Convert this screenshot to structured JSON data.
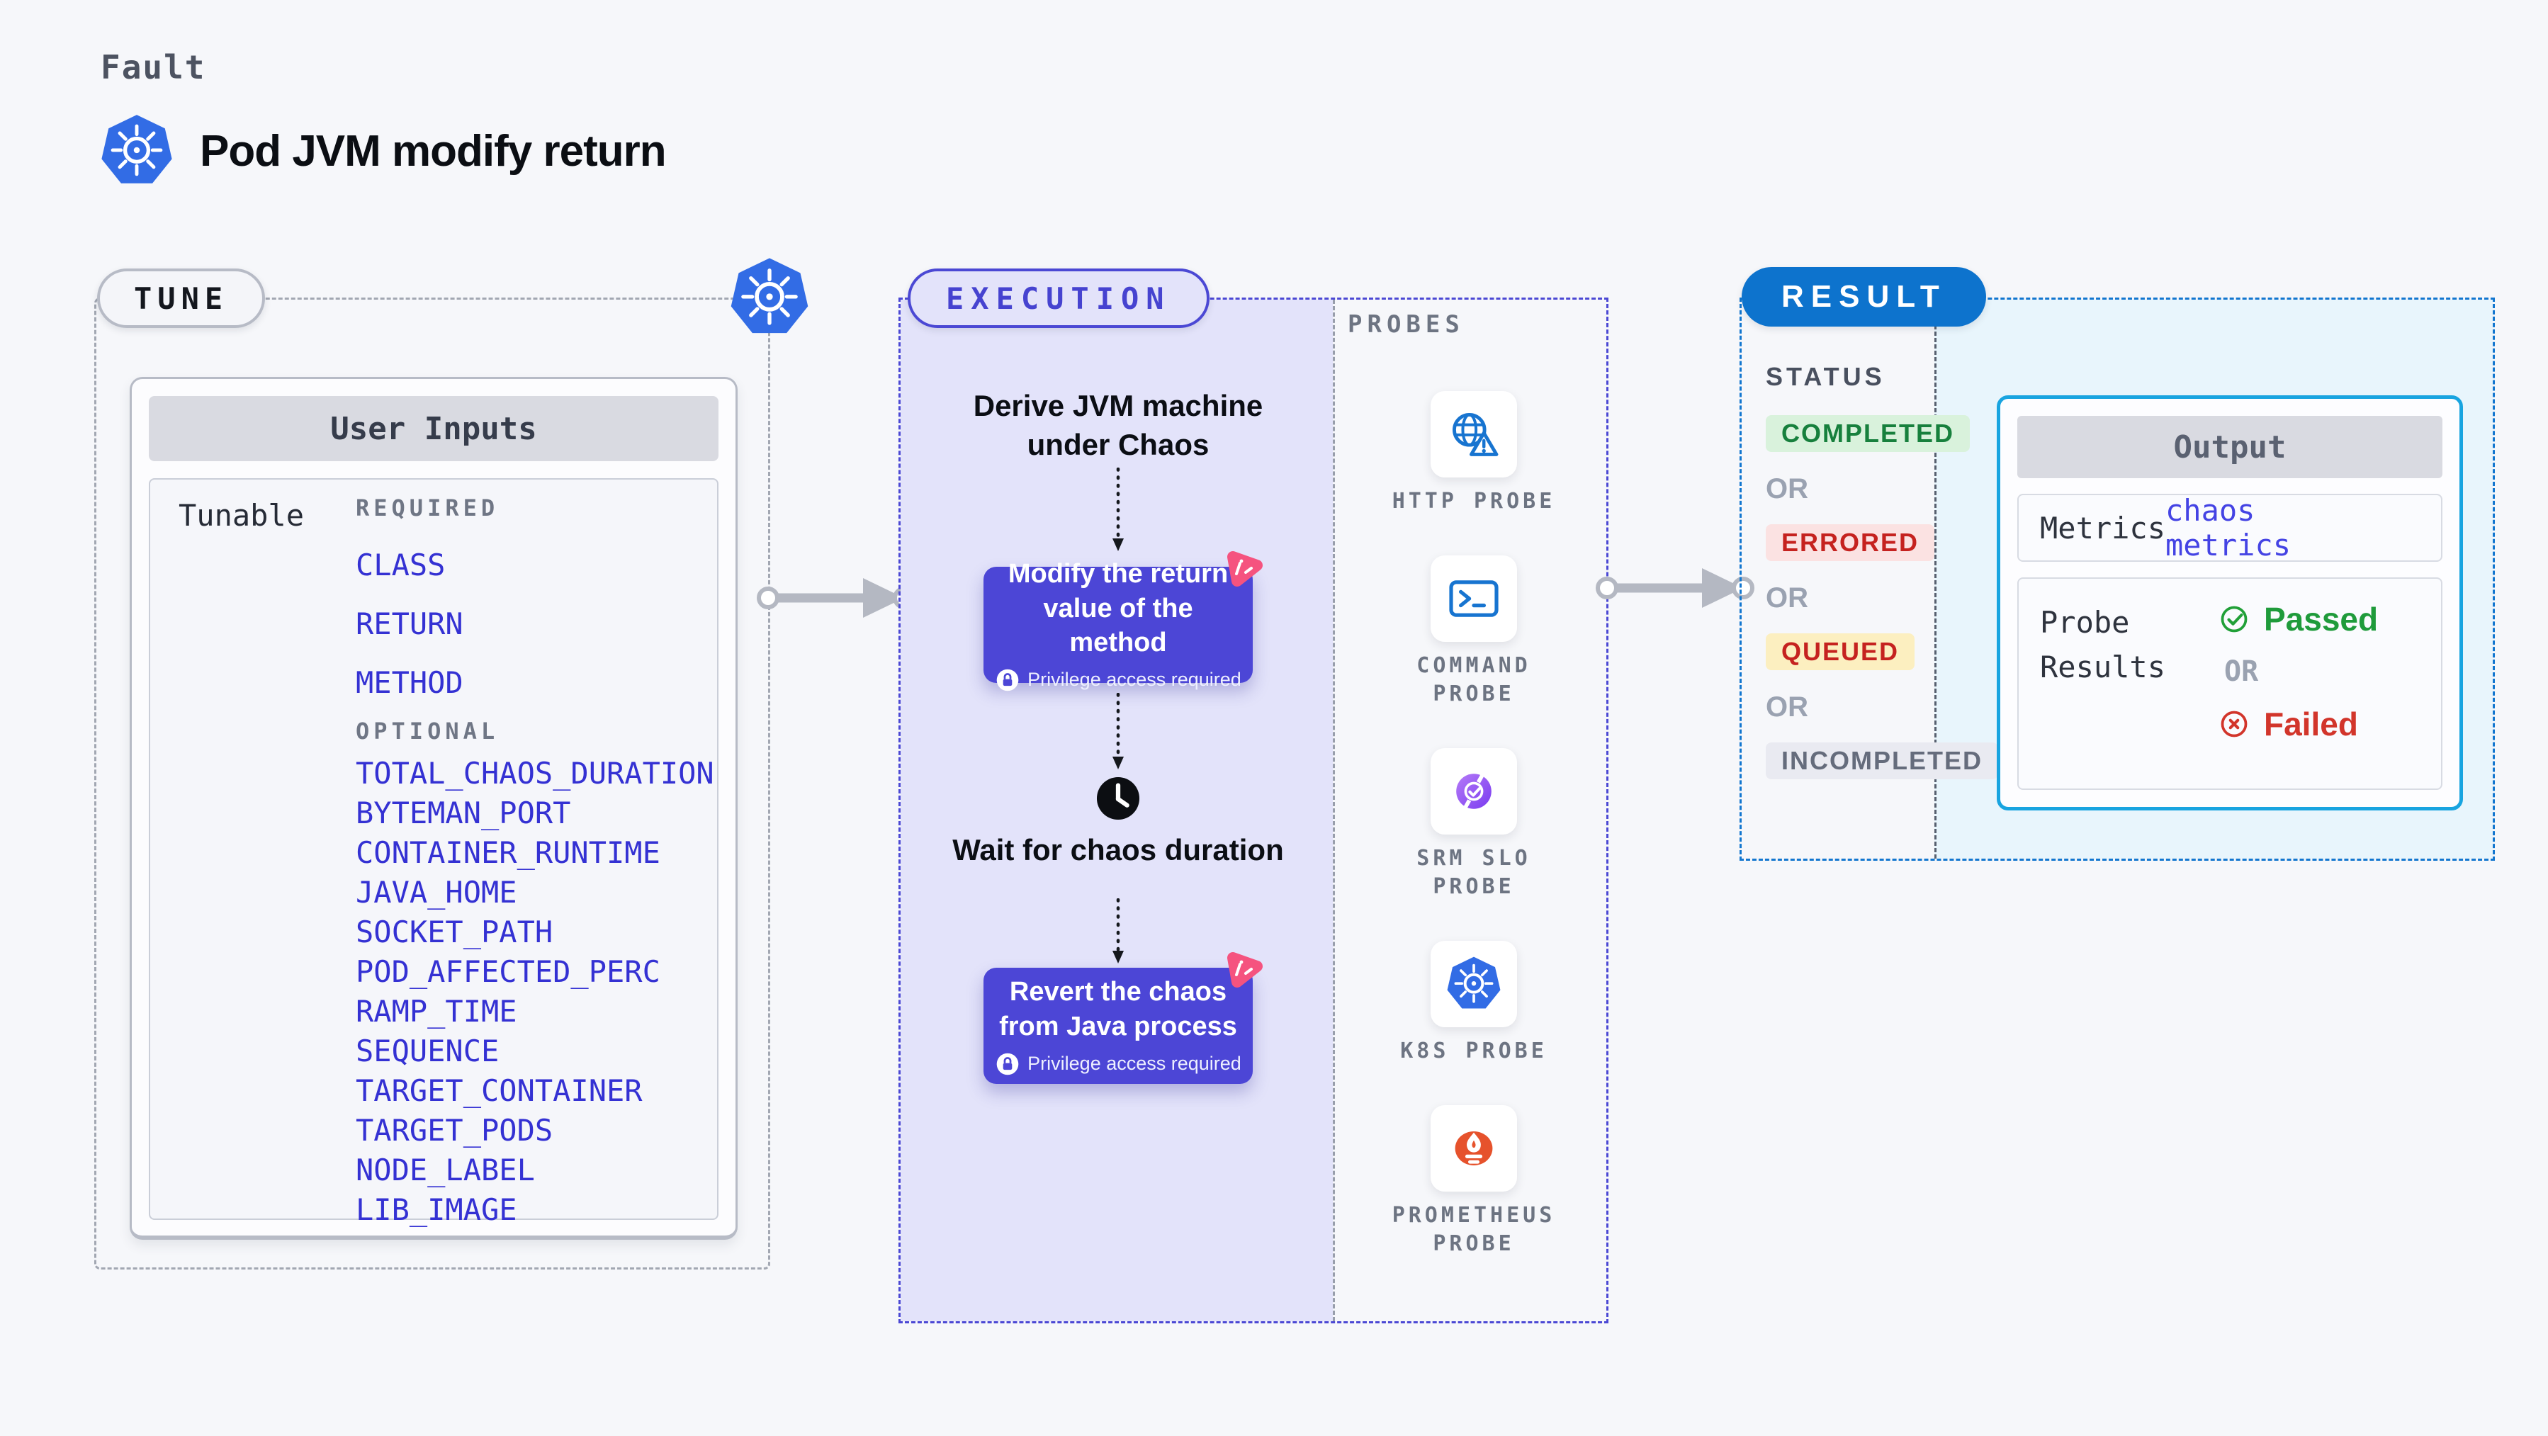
{
  "header": {
    "category": "Fault",
    "title": "Pod JVM modify return"
  },
  "tune": {
    "badge": "TUNE",
    "card_title": "User Inputs",
    "row_label": "Tunable",
    "required_label": "REQUIRED",
    "required_items": [
      "CLASS",
      "RETURN",
      "METHOD"
    ],
    "optional_label": "OPTIONAL",
    "optional_items": [
      "TOTAL_CHAOS_DURATION",
      "BYTEMAN_PORT",
      "CONTAINER_RUNTIME",
      "JAVA_HOME",
      "SOCKET_PATH",
      "POD_AFFECTED_PERC",
      "RAMP_TIME",
      "SEQUENCE",
      "TARGET_CONTAINER",
      "TARGET_PODS",
      "NODE_LABEL",
      "LIB_IMAGE"
    ]
  },
  "execution": {
    "badge": "EXECUTION",
    "step_derive": "Derive JVM machine under Chaos",
    "step_modify": "Modify the return value of the method",
    "step_wait": "Wait for chaos duration",
    "step_revert": "Revert the chaos from Java process",
    "privilege_note": "Privilege access required"
  },
  "probes": {
    "heading": "PROBES",
    "items": [
      {
        "label": "HTTP PROBE",
        "icon": "globe-warning-icon"
      },
      {
        "label": "COMMAND PROBE",
        "icon": "terminal-icon"
      },
      {
        "label": "SRM SLO PROBE",
        "icon": "slo-donut-check-icon"
      },
      {
        "label": "K8S PROBE",
        "icon": "kubernetes-icon"
      },
      {
        "label": "PROMETHEUS PROBE",
        "icon": "prometheus-flame-icon"
      }
    ]
  },
  "result": {
    "badge": "RESULT",
    "status_heading": "STATUS",
    "or_label": "OR",
    "statuses": [
      {
        "label": "COMPLETED",
        "bg": "#d9f2dc",
        "color": "#17803d"
      },
      {
        "label": "ERRORED",
        "bg": "#fbe2e2",
        "color": "#c5221f"
      },
      {
        "label": "QUEUED",
        "bg": "#fcefc0",
        "color": "#c5221f"
      },
      {
        "label": "INCOMPLETED",
        "bg": "#e9eaf1",
        "color": "#656c7c"
      }
    ],
    "output": {
      "title": "Output",
      "metrics_label": "Metrics",
      "metrics_value": "chaos metrics",
      "probe_results_label": "Probe Results",
      "passed_label": "Passed",
      "failed_label": "Failed"
    }
  },
  "colors": {
    "page_bg": "#f6f7fa",
    "lavender_panel": "#e3e3fa",
    "indigo_border": "#4b48d4",
    "step_purple": "#4c46d6",
    "litmus_pink": "#f5537f",
    "param_blue": "#3431d3",
    "probe_icon_blue": "#1774d0",
    "kubernetes_blue": "#326ce5",
    "prometheus_orange": "#e6522c",
    "srm_purple_gradient": [
      "#b57bf7",
      "#7a3bf0"
    ],
    "result_blue": "#0d73cd",
    "cyan_border": "#18a4e0",
    "cyan_bg": "#e8f5fc",
    "success_green": "#1f9b3b",
    "error_red": "#d2352b",
    "dashed_gray": "#a2a7b2"
  }
}
